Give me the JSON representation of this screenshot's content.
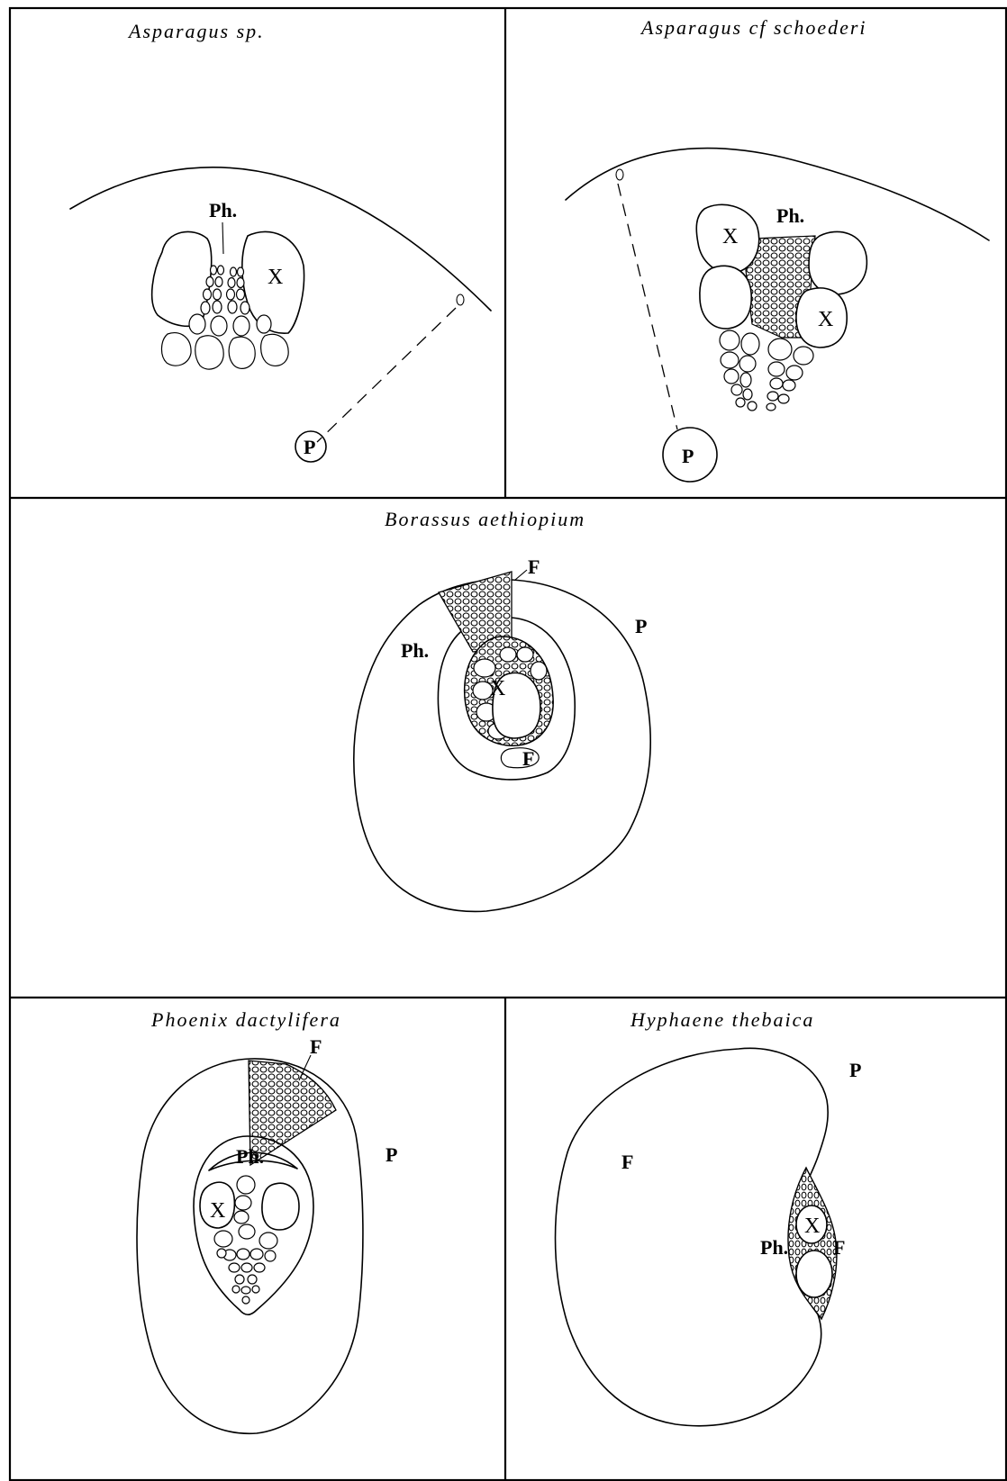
{
  "panels": {
    "asparagus_sp": {
      "title": "Asparagus sp.",
      "ph": "Ph.",
      "x": "X",
      "p": "P"
    },
    "asparagus_schoederi": {
      "title": "Asparagus cf schoederi",
      "ph": "Ph.",
      "x1": "X",
      "x2": "X",
      "p": "P"
    },
    "borassus": {
      "title": "Borassus aethiopium",
      "f1": "F",
      "f2": "F",
      "p": "P",
      "ph": "Ph.",
      "x": "X"
    },
    "phoenix": {
      "title": "Phoenix dactylifera",
      "f": "F",
      "ph": "Ph.",
      "x": "X",
      "p": "P"
    },
    "hyphaene": {
      "title": "Hyphaene thebaica",
      "p": "P",
      "f1": "F",
      "x": "X",
      "ph": "Ph.",
      "f2": "F"
    }
  }
}
